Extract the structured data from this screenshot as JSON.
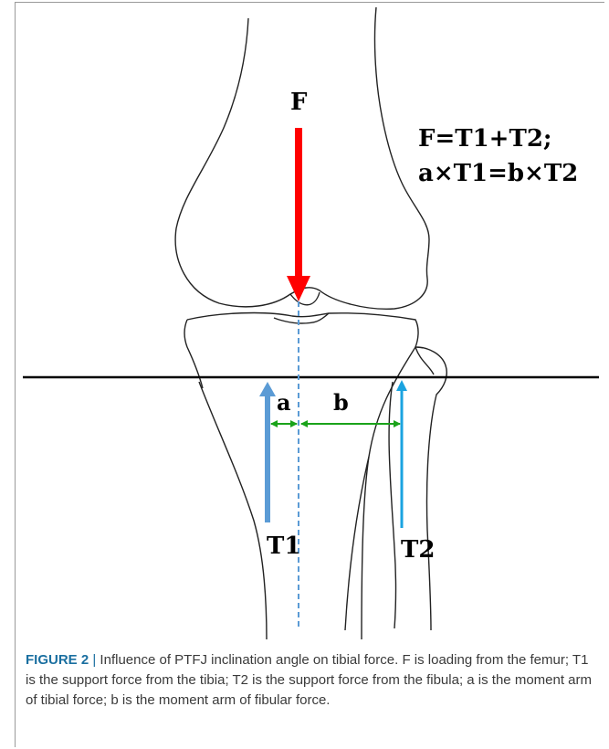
{
  "figure": {
    "label_F": "F",
    "equation_line1": "F=T1+T2;",
    "equation_line2": "a×T1=b×T2",
    "label_a": "a",
    "label_b": "b",
    "label_T1": "T1",
    "label_T2": "T2",
    "colors": {
      "femur_force": "#ff0000",
      "tibia_force": "#5b9bd5",
      "fibula_force": "#1aa3e0",
      "moment_arm": "#1aa31a",
      "axis_line": "#5b9bd5"
    }
  },
  "caption": {
    "figure_number": "FIGURE 2",
    "separator": "|",
    "text": " Influence of PTFJ inclination angle on tibial force. F is loading from the femur; T1 is the support force from the tibia; T2 is the support force from the fibula; a is the moment arm of tibial force; b is the moment arm of fibular force."
  }
}
